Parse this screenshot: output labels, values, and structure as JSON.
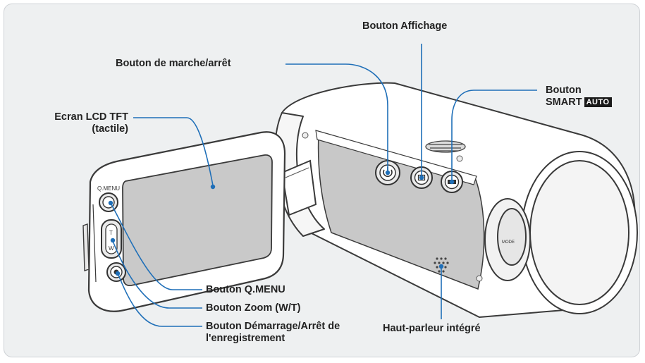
{
  "labels": {
    "affichage": "Bouton Affichage",
    "marche": "Bouton de marche/arrêt",
    "smart_line1": "Bouton",
    "smart_line2": "SMART",
    "auto_badge": "AUTO",
    "lcd_line1": "Ecran LCD TFT",
    "lcd_line2": "(tactile)",
    "qmenu": "Bouton Q.MENU",
    "zoom": "Bouton Zoom (W/T)",
    "record_line1": "Bouton Démarrage/Arrêt de",
    "record_line2": "l'enregistrement",
    "speaker": "Haut-parleur intégré"
  },
  "device_marks": {
    "qmenu_text": "Q.MENU",
    "zoom_t": "T",
    "zoom_w": "W",
    "mode_text": "MODE"
  },
  "colors": {
    "leader_line": "#1f6fb8",
    "panel_bg": "#eef0f1",
    "camera_body": "#ffffff",
    "camera_outline": "#3a3a3a",
    "side_panel": "#c8c8c8"
  }
}
